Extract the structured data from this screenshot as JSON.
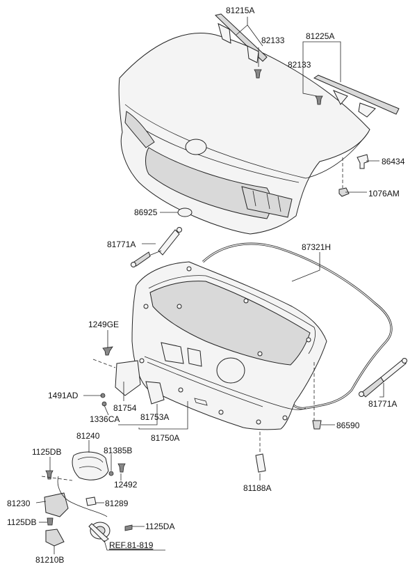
{
  "labels": {
    "l81215A": "81215A",
    "l82133a": "82133",
    "l81225A": "81225A",
    "l82133b": "82133",
    "l86434": "86434",
    "l1076AM": "1076AM",
    "l86925": "86925",
    "l81771Aa": "81771A",
    "l87321H": "87321H",
    "l1249GE": "1249GE",
    "l1491AD": "1491AD",
    "l81754": "81754",
    "l1336CA": "1336CA",
    "l81753A": "81753A",
    "l81750A": "81750A",
    "l81771Ab": "81771A",
    "l86590": "86590",
    "l81240": "81240",
    "l1125DBa": "1125DB",
    "l81385B": "81385B",
    "l12492": "12492",
    "l81188A": "81188A",
    "l81230": "81230",
    "l81289": "81289",
    "l1125DBb": "1125DB",
    "l1125DA": "1125DA",
    "lREF": "REF.81-819",
    "l81210B": "81210B"
  }
}
